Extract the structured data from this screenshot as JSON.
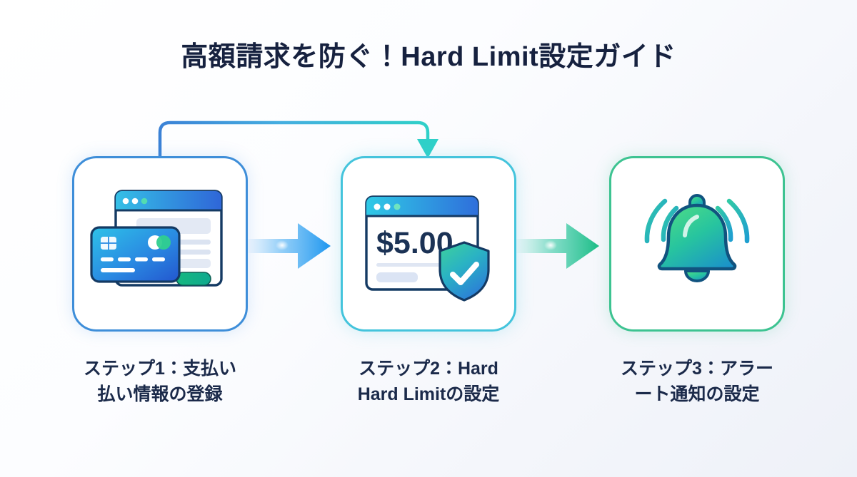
{
  "header": {
    "title": "高額請求を防ぐ！Hard Limit設定ガイド"
  },
  "theme": {
    "background_start": "#ffffff",
    "background_end": "#eef1f8",
    "title_color": "#16213f",
    "caption_color": "#1b2a4a",
    "card1_border": "#3e8ed9",
    "card2_border": "#44c4dc",
    "card3_border": "#3dc391",
    "arrow1_color": "#2d9cf0",
    "arrow2_color": "#22c08f",
    "loop_start_color": "#3b82d6",
    "loop_end_color": "#2fd0c8",
    "outline_navy": "#143a63",
    "amount_color": "#1b3255"
  },
  "steps": [
    {
      "index": "1",
      "icon": "credit-card-browser-icon",
      "caption_line1": "ステップ1：支払い",
      "caption_line2": "払い情報の登録"
    },
    {
      "index": "2",
      "icon": "hard-limit-shield-icon",
      "amount": "$5.00",
      "caption_line1": "ステップ2：Hard",
      "caption_line2": "Hard Limitの設定"
    },
    {
      "index": "3",
      "icon": "alert-bell-icon",
      "caption_line1": "ステップ3：アラー",
      "caption_line2": "ート通知の設定"
    }
  ],
  "connectors": {
    "arrow_1_2": "forward-arrow-blue",
    "arrow_2_3": "forward-arrow-green",
    "feedback_loop": "loop-arrow-step1-to-step2"
  }
}
